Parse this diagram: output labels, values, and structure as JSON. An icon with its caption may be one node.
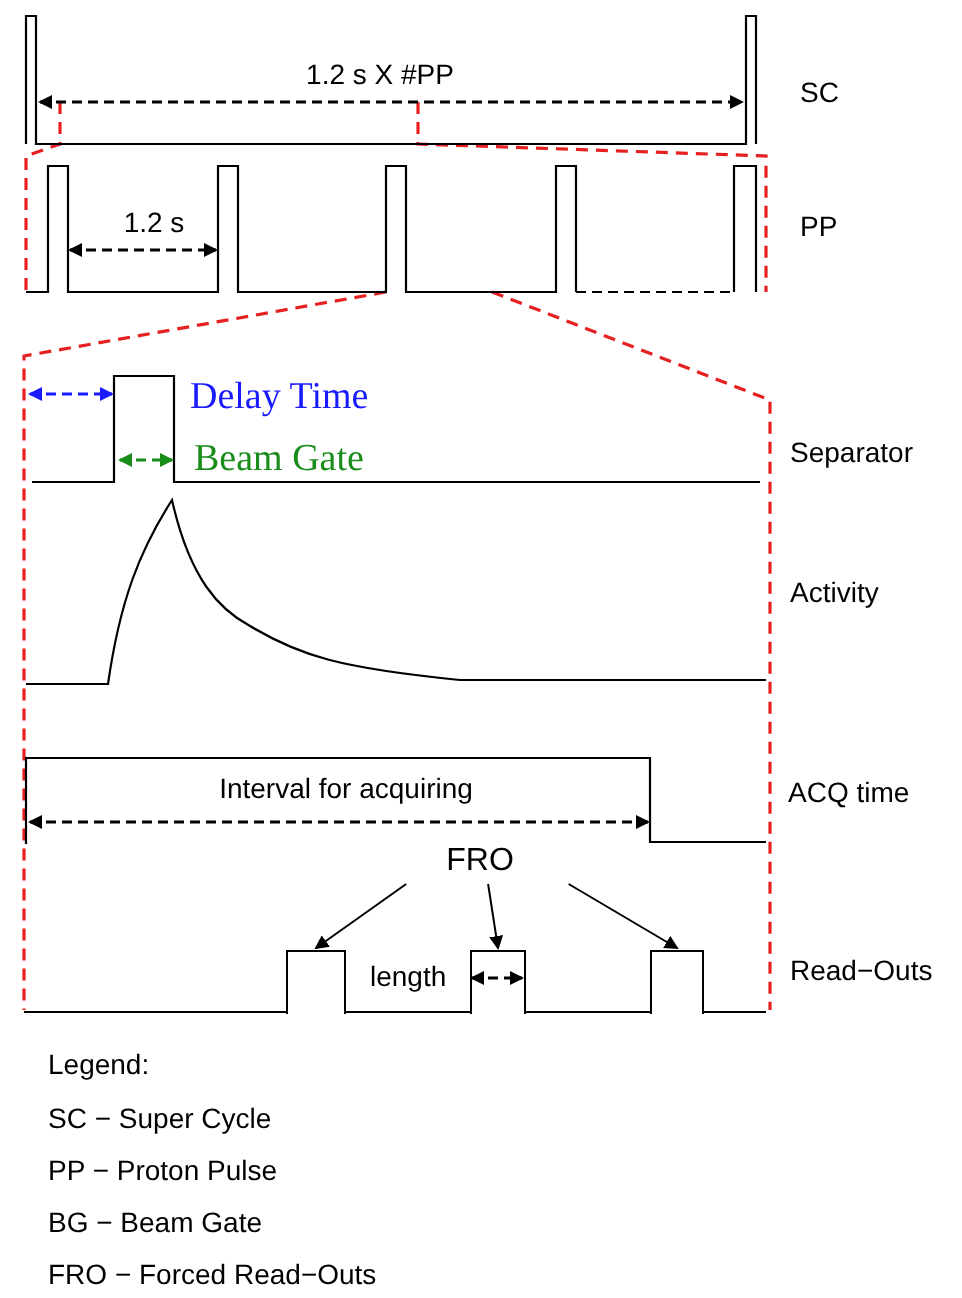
{
  "diagram": {
    "nodes": [
      {
        "text": [
          "FRO"
        ]
      },
      {
        "text": [],
        "shape": "box"
      },
      {
        "text": [],
        "shape": "box"
      },
      {
        "text": [],
        "shape": "box"
      }
    ],
    "edges": [
      {
        "from": 0,
        "to": 1,
        "arrow": "to"
      },
      {
        "from": 0,
        "to": 2,
        "arrow": "to"
      },
      {
        "from": 0,
        "to": 3,
        "arrow": "to"
      }
    ],
    "labels": [
      "1.2 s X #PP",
      "SC",
      "1.2 s",
      "PP",
      "Delay Time",
      "Beam Gate",
      "Separator",
      "Activity",
      "Interval for acquiring",
      "ACQ time",
      "length",
      "Read−Outs",
      "Legend:",
      "SC − Super Cycle",
      "PP − Proton Pulse",
      "BG − Beam Gate",
      "FRO − Forced Read−Outs"
    ]
  }
}
